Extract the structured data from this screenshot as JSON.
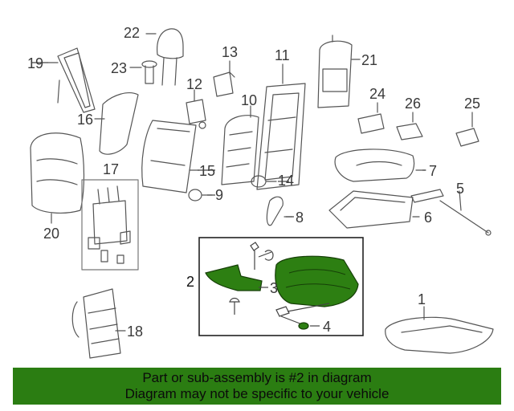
{
  "callouts": {
    "c1": "1",
    "c2": "2",
    "c3": "3",
    "c4": "4",
    "c5": "5",
    "c6": "6",
    "c7": "7",
    "c8": "8",
    "c9": "9",
    "c10": "10",
    "c11": "11",
    "c12": "12",
    "c13": "13",
    "c14": "14",
    "c15": "15",
    "c16": "16",
    "c17": "17",
    "c18": "18",
    "c19": "19",
    "c20": "20",
    "c21": "21",
    "c22": "22",
    "c23": "23",
    "c24": "24",
    "c25": "25",
    "c26": "26"
  },
  "banner": {
    "line1": "Part or sub-assembly is #2 in diagram",
    "line2": "Diagram may not be specific to your vehicle"
  },
  "colors": {
    "banner_bg": "#2b7d12",
    "highlight_part": "#2d7f12",
    "line_art": "#555555",
    "box_border": "#222222"
  }
}
